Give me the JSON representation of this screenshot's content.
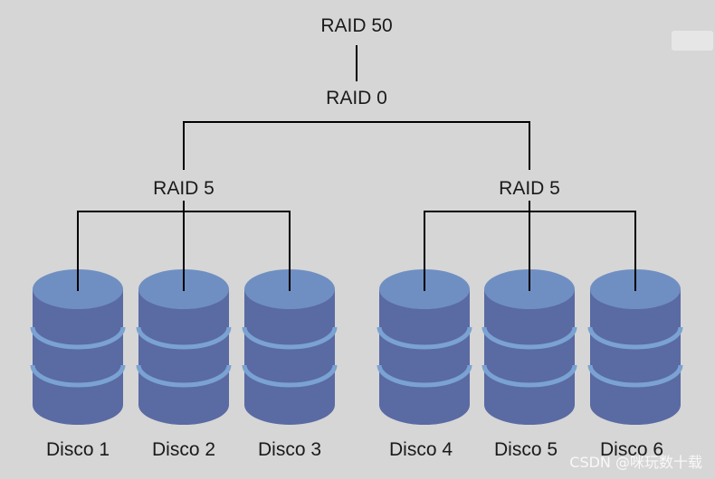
{
  "title": "RAID 50",
  "level2": "RAID 0",
  "groups": [
    {
      "label": "RAID 5",
      "disks": [
        "Disco 1",
        "Disco 2",
        "Disco 3"
      ]
    },
    {
      "label": "RAID 5",
      "disks": [
        "Disco 4",
        "Disco 5",
        "Disco 6"
      ]
    }
  ],
  "watermark": "CSDN @咪玩数十载",
  "colors": {
    "disk_body": "#5a6aa3",
    "disk_top": "#6f8fc2",
    "disk_band": "#7aa2d3",
    "line": "#000000",
    "background": "#d6d6d6"
  }
}
